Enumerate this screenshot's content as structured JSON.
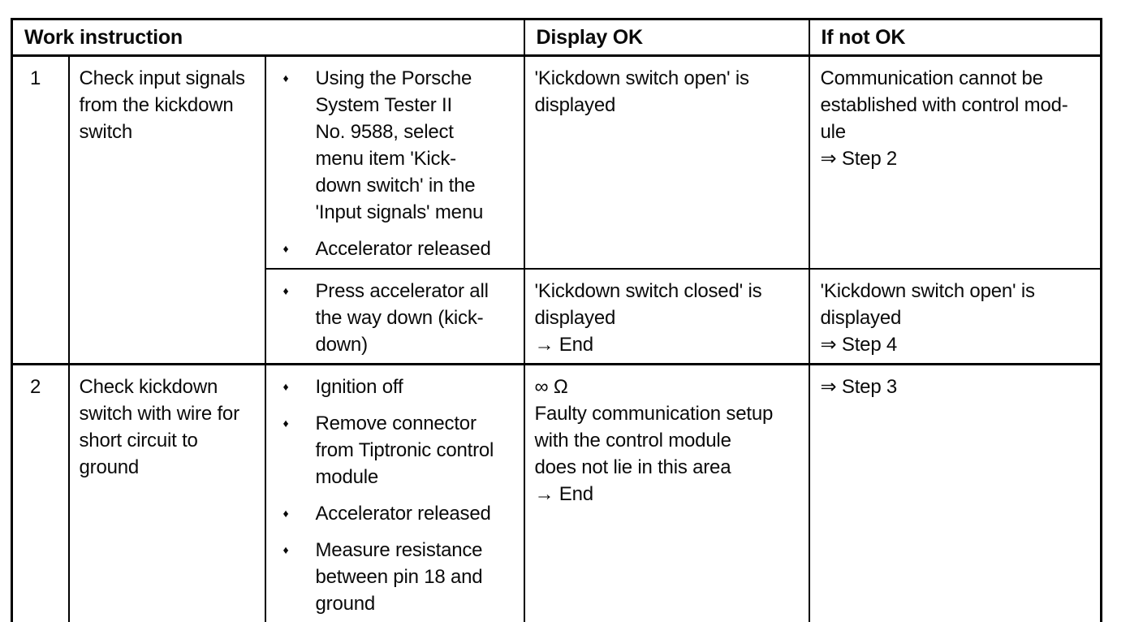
{
  "colors": {
    "background": "#ffffff",
    "text": "#0a0a0a",
    "border": "#000000"
  },
  "bullet_glyph": "♦",
  "table": {
    "headers": {
      "work_instruction": "Work instruction",
      "display_ok": "Display OK",
      "if_not_ok": "If not OK"
    },
    "rows": [
      {
        "step": "1",
        "task": "Check input signals\nfrom the kickdown\nswitch",
        "subrows": [
          {
            "bullets": [
              "Using the Porsche\nSystem Tester II\nNo. 9588, select\nmenu item 'Kick-\ndown switch' in the\n'Input signals' menu",
              "Accelerator released"
            ],
            "display_ok": "'Kickdown switch open' is\ndisplayed",
            "if_not_ok": "Communication cannot be\nestablished with control mod-\nule\n⇒ Step 2"
          },
          {
            "bullets": [
              "Press accelerator all\nthe way down (kick-\ndown)"
            ],
            "display_ok": "'Kickdown switch closed' is\ndisplayed\n→ End",
            "if_not_ok": "'Kickdown switch open' is\ndisplayed\n⇒ Step 4"
          }
        ]
      },
      {
        "step": "2",
        "task": "Check kickdown\nswitch with wire for\nshort circuit to\nground",
        "subrows": [
          {
            "bullets": [
              "Ignition off",
              "Remove connector\nfrom Tiptronic control\nmodule",
              "Accelerator released",
              "Measure resistance\nbetween pin 18 and\nground"
            ],
            "display_ok": "∞ Ω\nFaulty communication setup\nwith the control module\ndoes not lie in this area\n→ End",
            "if_not_ok": "⇒ Step 3"
          }
        ]
      }
    ]
  }
}
